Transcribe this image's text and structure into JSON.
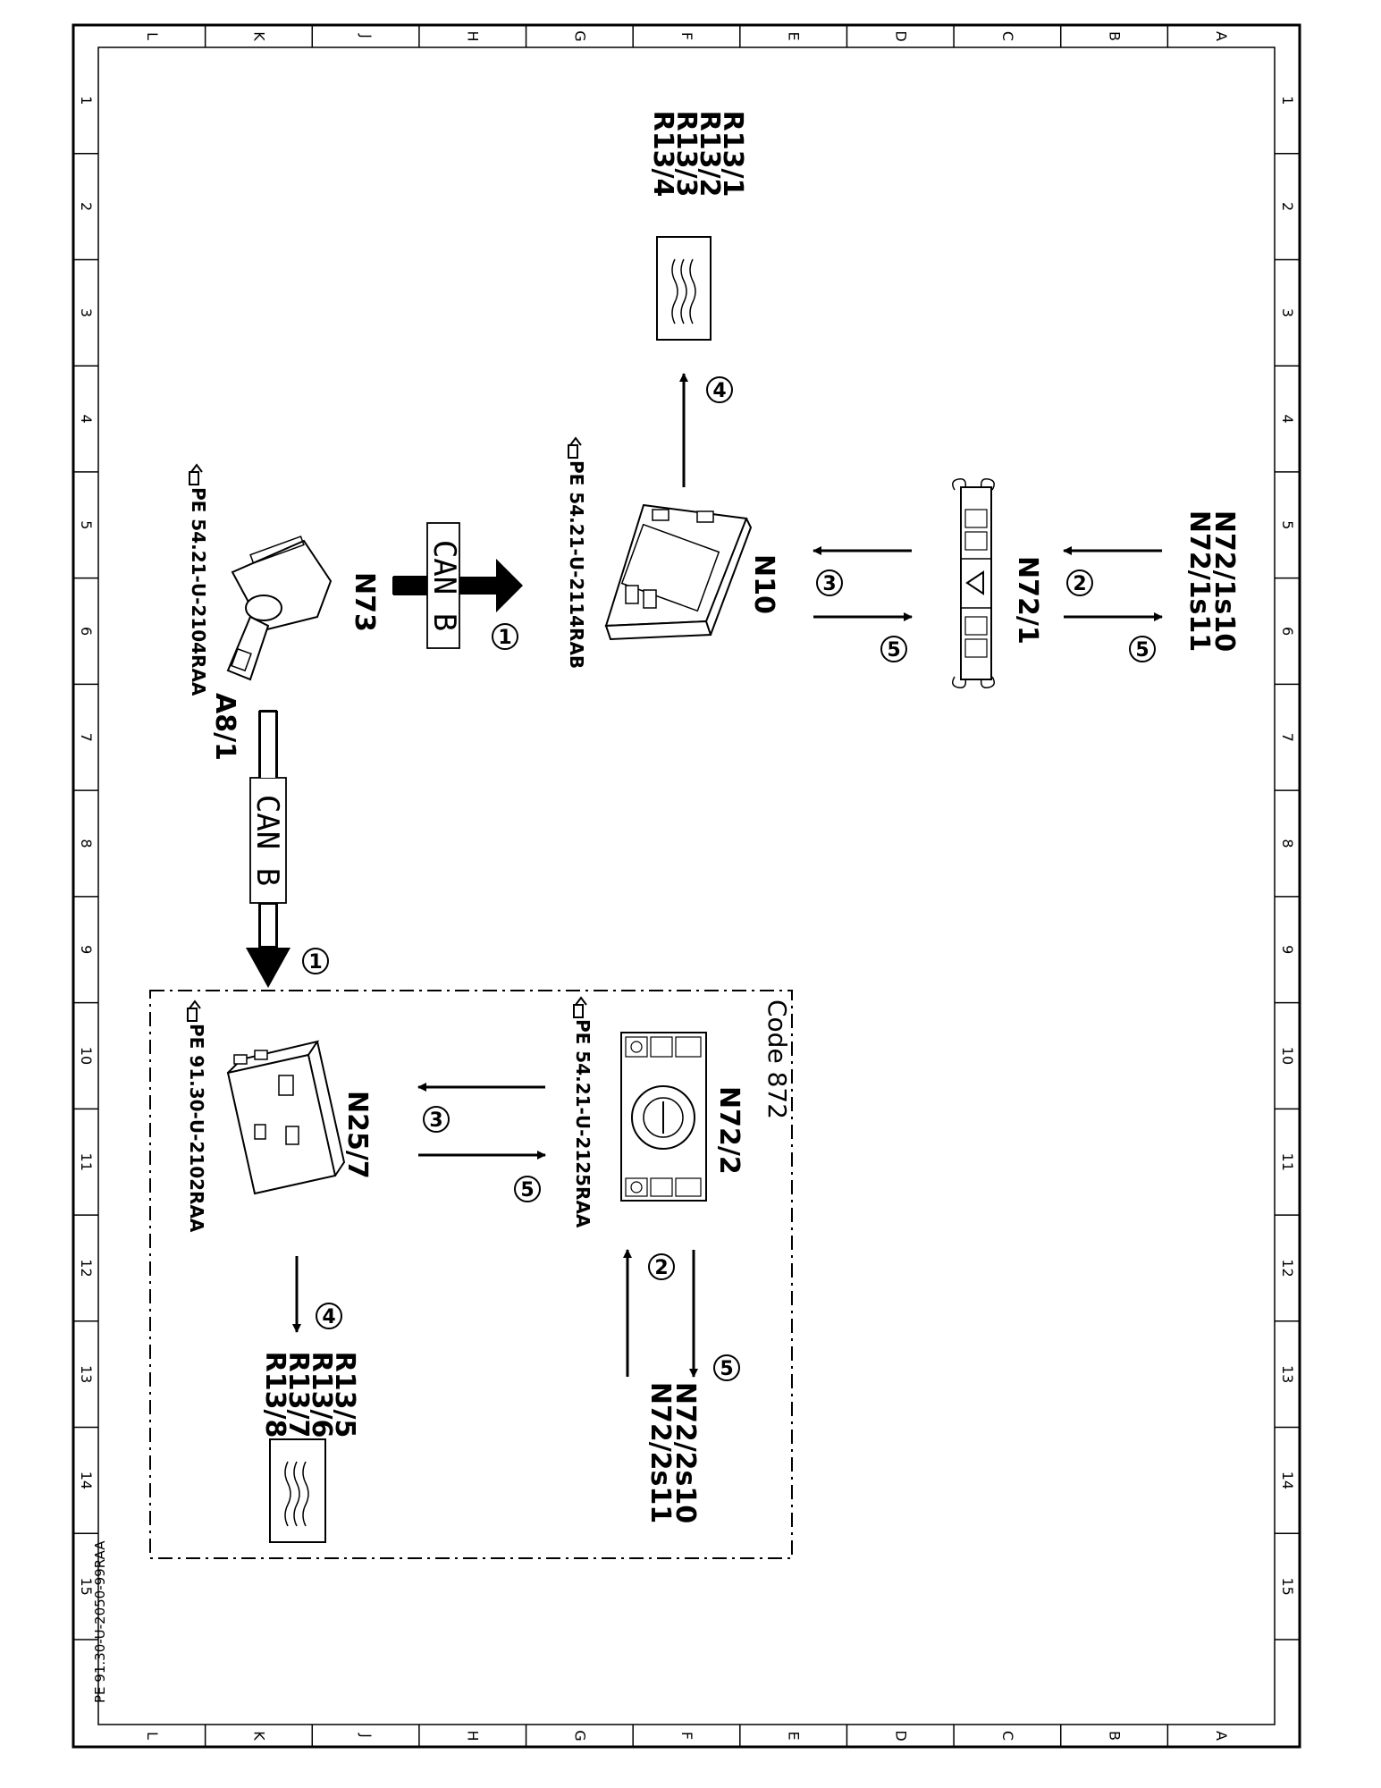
{
  "border": {
    "cols": [
      "L",
      "K",
      "J",
      "H",
      "G",
      "F",
      "E",
      "D",
      "C",
      "B",
      "A"
    ],
    "rows": [
      "1",
      "2",
      "3",
      "4",
      "5",
      "6",
      "7",
      "8",
      "9",
      "10",
      "11",
      "12",
      "13",
      "14",
      "15"
    ]
  },
  "footer_ref": "PE 91.30-U-2050-99RAA",
  "components": {
    "heater_upper": {
      "labels": [
        "R13/1",
        "R13/2",
        "R13/3",
        "R13/4"
      ]
    },
    "n10": {
      "label": "N10",
      "ref": "PE 54.21-U-2114RAB"
    },
    "n72_1": {
      "label": "N72/1"
    },
    "n72_switches": {
      "labels": [
        "N72/1s10",
        "N72/1s11"
      ]
    },
    "n73": {
      "label": "N73",
      "ref": "PE 54.21-U-2104RAA",
      "sub": "A8/1"
    },
    "n72_2": {
      "label": "N72/2",
      "ref": "PE 54.21-U-2125RAA"
    },
    "n72_2_switches": {
      "labels": [
        "N72/2s10",
        "N72/2s11"
      ]
    },
    "n25_7": {
      "label": "N25/7",
      "ref": "PE 91.30-U-2102RAA"
    },
    "heater_lower": {
      "labels": [
        "R13/5",
        "R13/6",
        "R13/7",
        "R13/8"
      ]
    }
  },
  "can_bus_label": "CAN B",
  "code_box_label": "Code 872",
  "step_numbers": {
    "can_upper": "1",
    "can_lower": "1",
    "upper_2": "2",
    "upper_3": "3",
    "upper_4": "4",
    "upper_5a": "5",
    "upper_5b": "5",
    "lower_2": "2",
    "lower_3": "3",
    "lower_4": "4",
    "lower_5a": "5",
    "lower_5b": "5"
  }
}
